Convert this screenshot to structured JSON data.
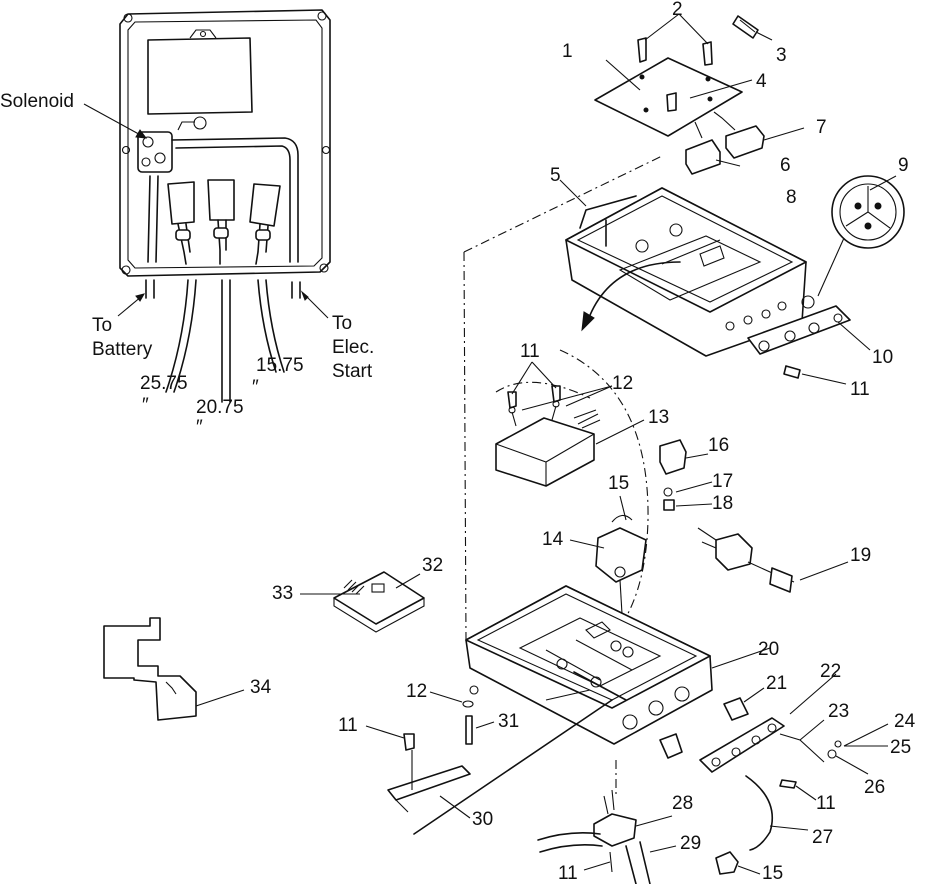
{
  "labels": {
    "solenoid": "Solenoid",
    "to_battery_1": "To",
    "to_battery_2": "Battery",
    "to_elec_1": "To",
    "to_elec_2": "Elec.",
    "to_elec_3": "Start",
    "len_2575": "25.75",
    "len_2075": "20.75",
    "len_1575": "15.75",
    "inch_mark": "″"
  },
  "callouts": {
    "n1": "1",
    "n2": "2",
    "n3": "3",
    "n4": "4",
    "n5": "5",
    "n6": "6",
    "n7": "7",
    "n8": "8",
    "n9": "9",
    "n10": "10",
    "n11": "11",
    "n12": "12",
    "n13": "13",
    "n14": "14",
    "n15": "15",
    "n16": "16",
    "n17": "17",
    "n18": "18",
    "n19": "19",
    "n20": "20",
    "n21": "21",
    "n22": "22",
    "n23": "23",
    "n24": "24",
    "n25": "25",
    "n26": "26",
    "n27": "27",
    "n28": "28",
    "n29": "29",
    "n30": "30",
    "n31": "31",
    "n32": "32",
    "n33": "33",
    "n34": "34"
  }
}
